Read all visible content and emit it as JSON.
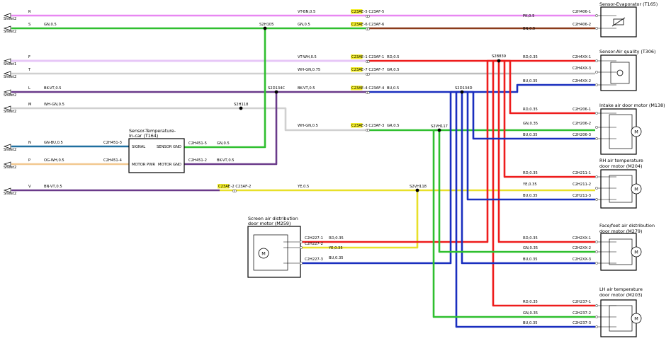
{
  "wire_colors": {
    "VT-BN": "#e887f2",
    "GN": "#2fbf2f",
    "BN": "#8a3a1a",
    "VT-WH": "#e7c7f7",
    "WH-GN": "#d0d0d0",
    "RD": "#ee1c1c",
    "GR": "#bcbcbc",
    "BK-VT": "#6a3a8a",
    "BU": "#1a2fbf",
    "YE": "#e8e02a",
    "GN-BU": "#1f6f9f",
    "OG-WH": "#f2c890"
  },
  "sheet_refs": [
    {
      "letter": "R",
      "sheet": "Sheet2"
    },
    {
      "letter": "S",
      "sheet": "Sheet2"
    },
    {
      "letter": "F",
      "sheet": "Sheet1"
    },
    {
      "letter": "T",
      "sheet": "Sheet2"
    },
    {
      "letter": "L",
      "sheet": "Sheet2"
    },
    {
      "letter": "M",
      "sheet": "Sheet2"
    },
    {
      "letter": "N",
      "sheet": "Sheet2"
    },
    {
      "letter": "P",
      "sheet": "Sheet2"
    },
    {
      "letter": "V",
      "sheet": "Sheet2"
    }
  ],
  "splices": [
    "S2H105",
    "S2D134C",
    "S2H118",
    "S2B839",
    "S2D134D",
    "S2VH117",
    "S2VH118"
  ],
  "inline_connectors": [
    {
      "left": "C23AE",
      "lpin": "5",
      "right": "C23AF",
      "rpin": "5"
    },
    {
      "left": "C23AE",
      "lpin": "6",
      "right": "C23AF",
      "rpin": "6"
    },
    {
      "left": "C23AE",
      "lpin": "1",
      "right": "C23AF",
      "rpin": "1"
    },
    {
      "left": "C23AE",
      "lpin": "7",
      "right": "C23AF",
      "rpin": "7"
    },
    {
      "left": "C23AE",
      "lpin": "4",
      "right": "C23AF",
      "rpin": "4"
    },
    {
      "left": "C23AE",
      "lpin": "3",
      "right": "C23AF",
      "rpin": "3"
    },
    {
      "left": "C23AE",
      "lpin": "2",
      "right": "C23AF",
      "rpin": "2"
    }
  ],
  "wire_labels": {
    "w_vtbn_l": "VT-BN,0.5",
    "w_pk": "PK,0.5",
    "w_gn_s": "GN,0.5",
    "w_gn_mid": "GN,0.5",
    "w_bn": "BN,0.5",
    "w_vtwh": "VT-WH,0.5",
    "w_rd05": "RD,0.5",
    "w_rd035_top": "RD,0.35",
    "w_whgn075": "WH-GN,0.75",
    "w_gr05": "GR,0.5",
    "w_bu035_top": "BU,0.35",
    "w_bkvt_l": "BK-VT,0.5",
    "w_bkvt_m": "BK-VT,0.5",
    "w_bu05": "BU,0.5",
    "w_whgn_m": "WH-GN,0.5",
    "w_whgn_m2": "WH-GN,0.5",
    "w_gr05b": "GR,0.5",
    "w_gnbu": "GN-BU,0.5",
    "w_gn_s2": "GN,0.5",
    "w_ogwh": "OG-WH,0.5",
    "w_bkvt_s2": "BK-VT,0.5",
    "w_bnvt": "BN-VT,0.5",
    "w_ye05": "YE,0.5",
    "w_scr_rd": "RD,0.35",
    "w_scr_ye": "YE,0.35",
    "w_scr_bu": "BU,0.35"
  },
  "motor_pin_wires": [
    "RD,0.35",
    "GN,0.35",
    "BU,0.35"
  ],
  "rh_pin_wires": [
    "RD,0.35",
    "YE,0.35",
    "BU,0.35"
  ],
  "sensor_in_car": {
    "title": "Sensor-Temperature-\nIn-car (T164)",
    "signal": "SIGNAL",
    "sensor_gnd": "SENSOR GND",
    "motor_pwr": "MOTOR PWR",
    "motor_gnd": "MOTOR GND",
    "pins": {
      "signal": "C2H451-3",
      "motor_pwr": "C2H451-4",
      "sensor_gnd": "C2H451-5",
      "motor_gnd": "C2H451-2"
    }
  },
  "components": {
    "evap": {
      "title": "Sensor-Evaporator (T165)",
      "pins": [
        "C2H406-1",
        "C2H406-2"
      ]
    },
    "airq": {
      "title": "Sensor-Air quality (T306)",
      "pins": [
        "C2H4XX-1",
        "C2H4XX-3",
        "C2H4XX-2"
      ]
    },
    "intake": {
      "title": "Intake air door motor (M138)",
      "pins": [
        "C2H206-1",
        "C2H206-2",
        "C2H206-3"
      ]
    },
    "rh": {
      "title": "RH air temperature\ndoor motor (M204)",
      "pins": [
        "C2H211-1",
        "C2H211-2",
        "C2H211-3"
      ]
    },
    "face": {
      "title": "Face/feet air distribution\ndoor motor (M279)",
      "pins": [
        "C2H2XX-1",
        "C2H2XX-2",
        "C2H2XX-3"
      ]
    },
    "lh": {
      "title": "LH air temperature\ndoor motor (M203)",
      "pins": [
        "C2H237-1",
        "C2H237-2",
        "C2H237-3"
      ]
    },
    "screen": {
      "title": "Screen air distribution\ndoor motor (M259)",
      "pins": [
        "C2H227-1",
        "C2H227-2",
        "C2H227-3"
      ]
    }
  },
  "motor_symbol": "M"
}
